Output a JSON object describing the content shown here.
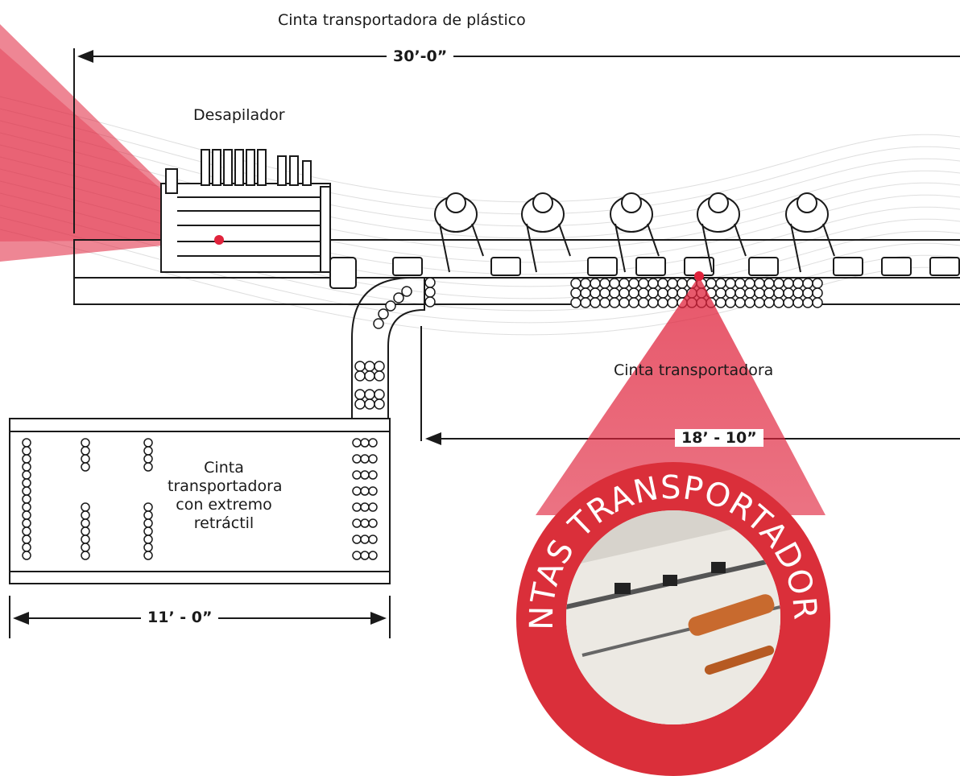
{
  "labels": {
    "plastic_conveyor": "Cinta transportadora de plástico",
    "destacker": "Desapilador",
    "conveyor": "Cinta transportadora",
    "retractable_conveyor": [
      "Cinta",
      "transportadora",
      "con extremo",
      "retráctil"
    ]
  },
  "dimensions": {
    "overall_length": "30’-0”",
    "conveyor_length": "18’ - 10”",
    "retractable_length": "11’ - 0”"
  },
  "badge": {
    "text": "CINTAS TRANSPORTADORAS"
  },
  "colors": {
    "accent": "#da2f3a",
    "highlight_cone": "#e0233c",
    "line": "#1a1a1a"
  }
}
